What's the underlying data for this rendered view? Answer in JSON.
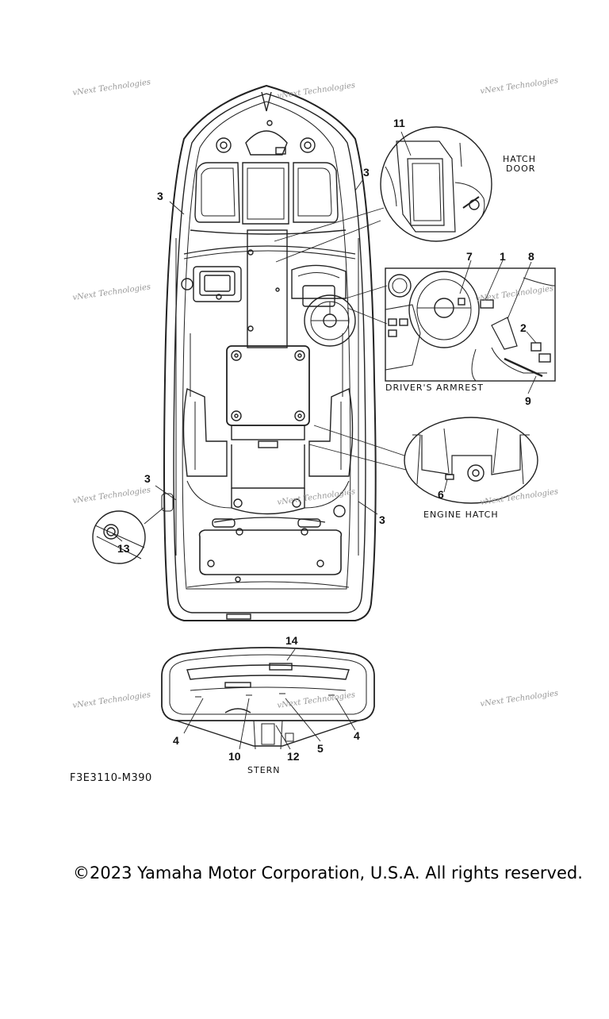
{
  "callouts": {
    "c1": "1",
    "c2": "2",
    "c3": "3",
    "c4": "4",
    "c5": "5",
    "c6": "6",
    "c7": "7",
    "c8": "8",
    "c9": "9",
    "c10": "10",
    "c11": "11",
    "c12": "12",
    "c13": "13",
    "c14": "14"
  },
  "captions": {
    "hatch_door_line1": "HATCH",
    "hatch_door_line2": "DOOR",
    "drivers_armrest": "DRIVER'S ARMREST",
    "engine_hatch": "ENGINE HATCH",
    "stern": "STERN"
  },
  "watermark": "vNext Technologies",
  "figure_code": "F3E3110-M390",
  "copyright": "©2023 Yamaha Motor Corporation, U.S.A. All rights reserved."
}
